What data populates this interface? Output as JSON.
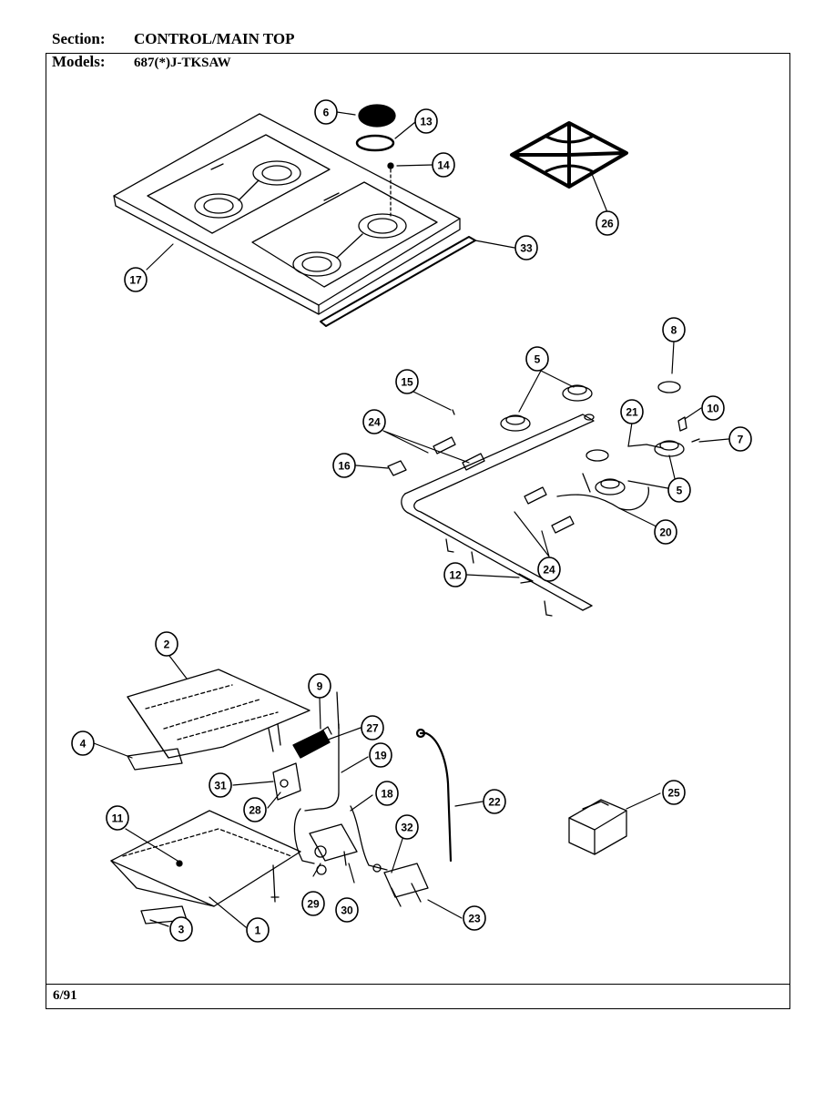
{
  "header": {
    "section_label": "Section:",
    "section_value": "CONTROL/MAIN TOP",
    "models_label": "Models:",
    "models_value": "687(*)J-TKSAW"
  },
  "footer": {
    "date": "6/91"
  },
  "callouts": [
    "6",
    "13",
    "14",
    "26",
    "33",
    "17",
    "8",
    "15",
    "5",
    "21",
    "10",
    "7",
    "24",
    "16",
    "20",
    "12",
    "2",
    "9",
    "27",
    "19",
    "4",
    "31",
    "28",
    "18",
    "22",
    "25",
    "11",
    "32",
    "29",
    "30",
    "23",
    "3",
    "1"
  ]
}
